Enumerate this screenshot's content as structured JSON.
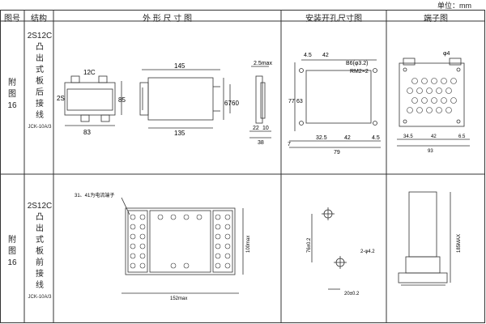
{
  "unit_label": "单位：mm",
  "headers": {
    "fig_no": "图号",
    "structure": "结构",
    "outline": "外 形 尺 寸 图",
    "cutout": "安装开孔尺寸图",
    "terminal": "端子图"
  },
  "rows": [
    {
      "fig": [
        "附",
        "图",
        "16"
      ],
      "model": "2S12C",
      "struct_chars": [
        "凸",
        "出",
        "式",
        "板",
        "后",
        "接",
        "线"
      ],
      "code": "JCK-10A/3"
    },
    {
      "fig": [
        "附",
        "图",
        "16"
      ],
      "model": "2S12C",
      "struct_chars": [
        "凸",
        "出",
        "式",
        "板",
        "前",
        "接",
        "线"
      ],
      "code": "JCK-10A/3"
    }
  ],
  "outline_top": {
    "front_label": "12C",
    "side_label": "2S",
    "width": "83",
    "height": "85",
    "len_top": "145",
    "len_bottom": "135",
    "depth": "67",
    "inner": "60",
    "max": "2.5max",
    "d1": "22",
    "d2": "10",
    "d3": "38"
  },
  "cutout_top": {
    "a": "4.5",
    "b": "42",
    "screw": "B6(φ3.2)",
    "rm": "RM2×2",
    "h1": "77",
    "h2": "63",
    "w1": "32.5",
    "w2": "42",
    "w3": "4.5",
    "total": "79",
    "left": "7"
  },
  "terminal_top": {
    "hole": "φ4",
    "w1": "34.5",
    "w2": "42",
    "w3": "6.5",
    "total": "93"
  },
  "outline_bottom": {
    "note": "31、41为电流端子",
    "width": "152max",
    "height": "100max"
  },
  "cutout_bottom": {
    "v": "76±0.2",
    "hole": "2-φ4.2",
    "h": "20±0.2"
  },
  "terminal_bottom": {
    "h": "185MAX"
  }
}
